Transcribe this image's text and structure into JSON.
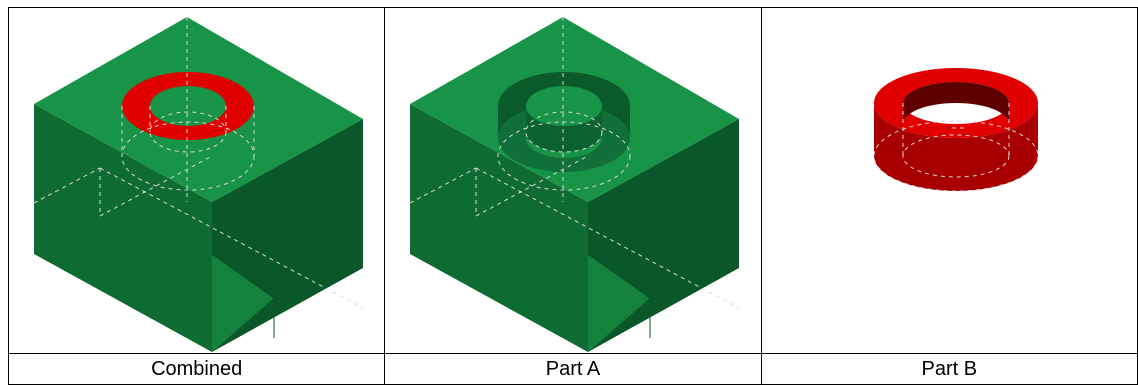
{
  "captions": [
    "Combined",
    "Part A",
    "Part B"
  ],
  "colors": {
    "block_top": "#179447",
    "block_left": "#0e6b32",
    "block_right": "#0a5829",
    "ring": "#e00000",
    "ring_side": "#a80000",
    "hidden_line": "#d8d8d8",
    "border": "#000000"
  }
}
